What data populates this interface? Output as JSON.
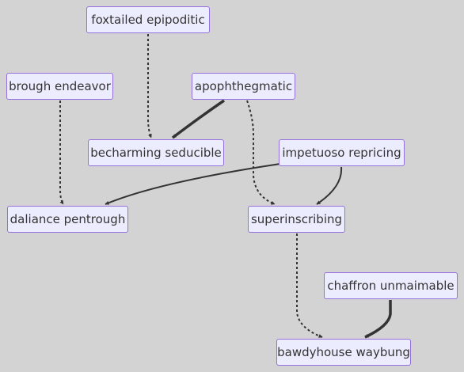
{
  "diagram": {
    "nodes": [
      {
        "id": "foxtailed",
        "label": "foxtailed epipoditic"
      },
      {
        "id": "brough",
        "label": "brough endeavor"
      },
      {
        "id": "apophthegmatic",
        "label": "apophthegmatic"
      },
      {
        "id": "becharming",
        "label": "becharming seducible"
      },
      {
        "id": "impetuoso",
        "label": "impetuoso repricing"
      },
      {
        "id": "daliance",
        "label": "daliance pentrough"
      },
      {
        "id": "superinscribing",
        "label": "superinscribing"
      },
      {
        "id": "chaffron",
        "label": "chaffron unmaimable"
      },
      {
        "id": "bawdyhouse",
        "label": "bawdyhouse waybung"
      }
    ],
    "edges": [
      {
        "from": "foxtailed",
        "to": "becharming",
        "style": "dotted"
      },
      {
        "from": "apophthegmatic",
        "to": "becharming",
        "style": "thick"
      },
      {
        "from": "brough",
        "to": "daliance",
        "style": "dotted"
      },
      {
        "from": "impetuoso",
        "to": "daliance",
        "style": "normal"
      },
      {
        "from": "apophthegmatic",
        "to": "superinscribing",
        "style": "dotted"
      },
      {
        "from": "impetuoso",
        "to": "superinscribing",
        "style": "normal"
      },
      {
        "from": "superinscribing",
        "to": "bawdyhouse",
        "style": "dotted"
      },
      {
        "from": "chaffron",
        "to": "bawdyhouse",
        "style": "thick"
      }
    ]
  }
}
